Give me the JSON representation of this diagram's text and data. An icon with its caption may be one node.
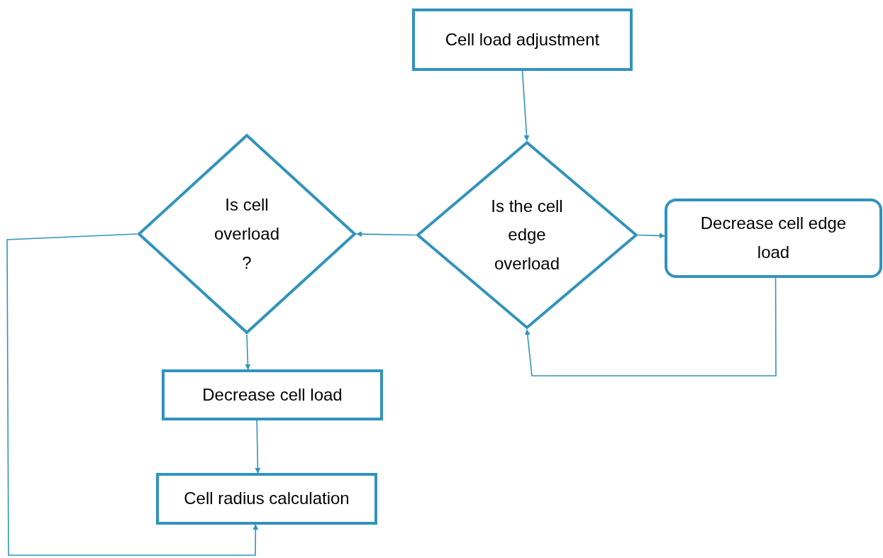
{
  "diagram": {
    "nodes": [
      {
        "text": [
          "Cell load adjustment"
        ]
      },
      {
        "text": [
          "Is the cell edge overload"
        ]
      },
      {
        "text": [
          "Is cell overload ?"
        ]
      },
      {
        "text": [
          "Decrease cell edge load"
        ]
      },
      {
        "text": [
          "Decrease cell load"
        ]
      },
      {
        "text": [
          "Cell radius calculation"
        ]
      }
    ],
    "edges": [
      {
        "from": 0,
        "to": 1,
        "arrow": "to"
      },
      {
        "from": 1,
        "to": 2,
        "arrow": "to"
      },
      {
        "from": 1,
        "to": 3,
        "arrow": "to"
      },
      {
        "from": 3,
        "to": 1,
        "arrow": "to"
      },
      {
        "from": 2,
        "to": 4,
        "arrow": "to"
      },
      {
        "from": 4,
        "to": 5,
        "arrow": "to"
      },
      {
        "from": 2,
        "to": 5,
        "arrow": "to"
      }
    ]
  }
}
